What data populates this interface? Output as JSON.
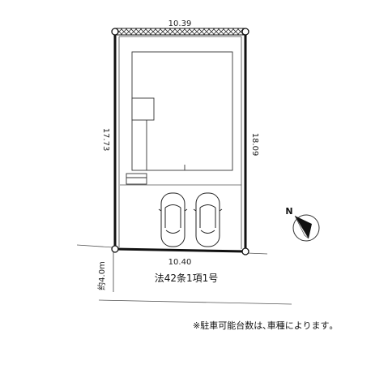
{
  "dimensions": {
    "top": "10.39",
    "bottom": "10.40",
    "left": "17.73",
    "right": "18.09",
    "road_width": "約4.0m"
  },
  "road_classification": "法42条1項1号",
  "compass_label": "N",
  "footnote": "※駐車可能台数は､車種によります｡"
}
